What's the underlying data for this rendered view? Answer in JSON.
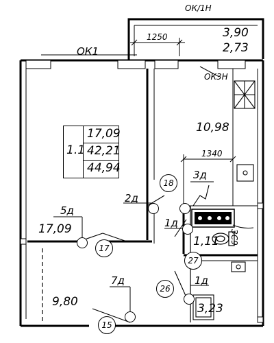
{
  "windows": {
    "balcony_window": "ОК/1Н",
    "window_1": "ОК1",
    "window_3": "ОК3Н"
  },
  "dimensions": {
    "balcony_width": "1250",
    "kitchen_dim": "1340"
  },
  "balcony": {
    "area_1": "3,90",
    "area_2": "2,73"
  },
  "apartment": {
    "code": "1.1",
    "living_area": "17,09",
    "total_area": "42,21",
    "total_with_balcony": "44,94"
  },
  "rooms": {
    "kitchen_area": "10,98",
    "living_room_area": "17,09",
    "hall_area": "9,80",
    "wc_area": "1,11",
    "bath_area": "3,23"
  },
  "doors": {
    "door_5": "5д",
    "door_2": "2д",
    "door_3": "3д",
    "door_1a": "1д",
    "door_7": "7д",
    "door_1b": "1д"
  },
  "markers": {
    "m18": "18",
    "m17": "17",
    "m27": "27",
    "m26": "26",
    "m15": "15"
  },
  "utility_label": "ЗС9"
}
